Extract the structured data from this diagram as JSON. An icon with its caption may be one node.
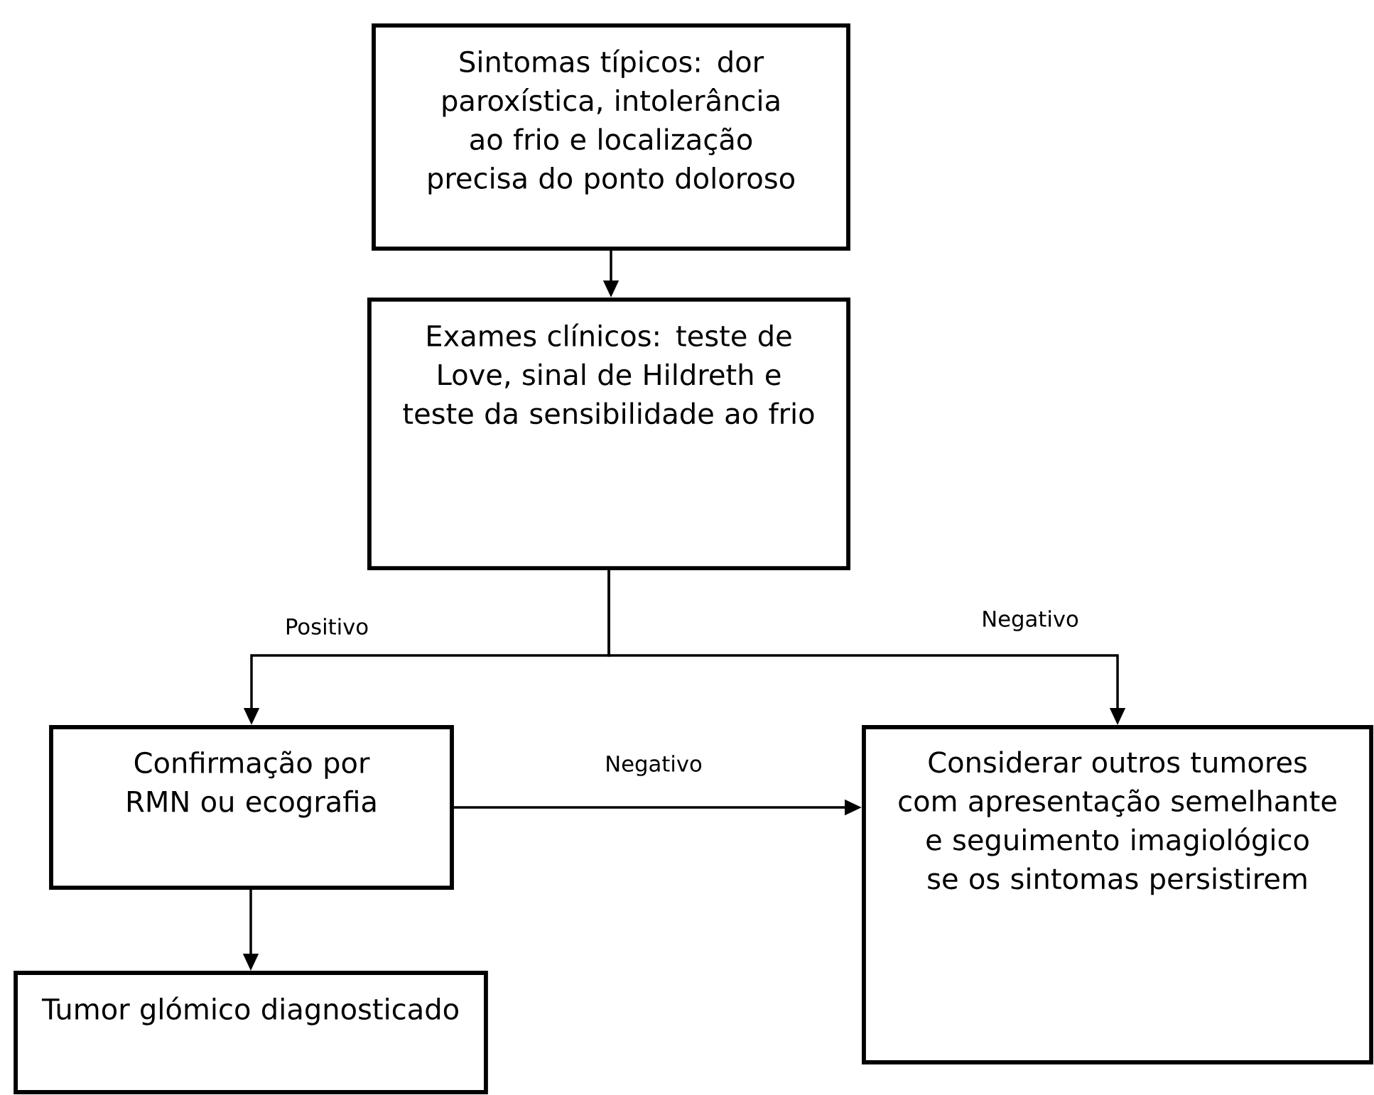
{
  "diagram": {
    "nodes": [
      {
        "text": [
          "Sintomas típicos: dor paroxística, intolerância ao frio e localização precisa do ponto doloroso"
        ]
      },
      {
        "text": [
          "Exames clínicos: teste de Love, sinal de Hildreth e teste da sensibilidade ao frio"
        ]
      },
      {
        "text": [
          "Confirmação por RMN ou ecografia"
        ]
      },
      {
        "text": [
          "Considerar outros tumores com apresentação semelhante e seguimento imagiológico se os sintomas persistirem"
        ]
      },
      {
        "text": [
          "Tumor glómico diagnosticado"
        ]
      }
    ],
    "edges": [
      {
        "from": 0,
        "to": 1,
        "arrow": "to"
      },
      {
        "from": 1,
        "to": 2,
        "arrow": "to",
        "label": "Positivo"
      },
      {
        "from": 1,
        "to": 3,
        "arrow": "to",
        "label": "Negativo"
      },
      {
        "from": 2,
        "to": 3,
        "arrow": "to",
        "label": "Negativo"
      },
      {
        "from": 2,
        "to": 4,
        "arrow": "to"
      }
    ]
  }
}
